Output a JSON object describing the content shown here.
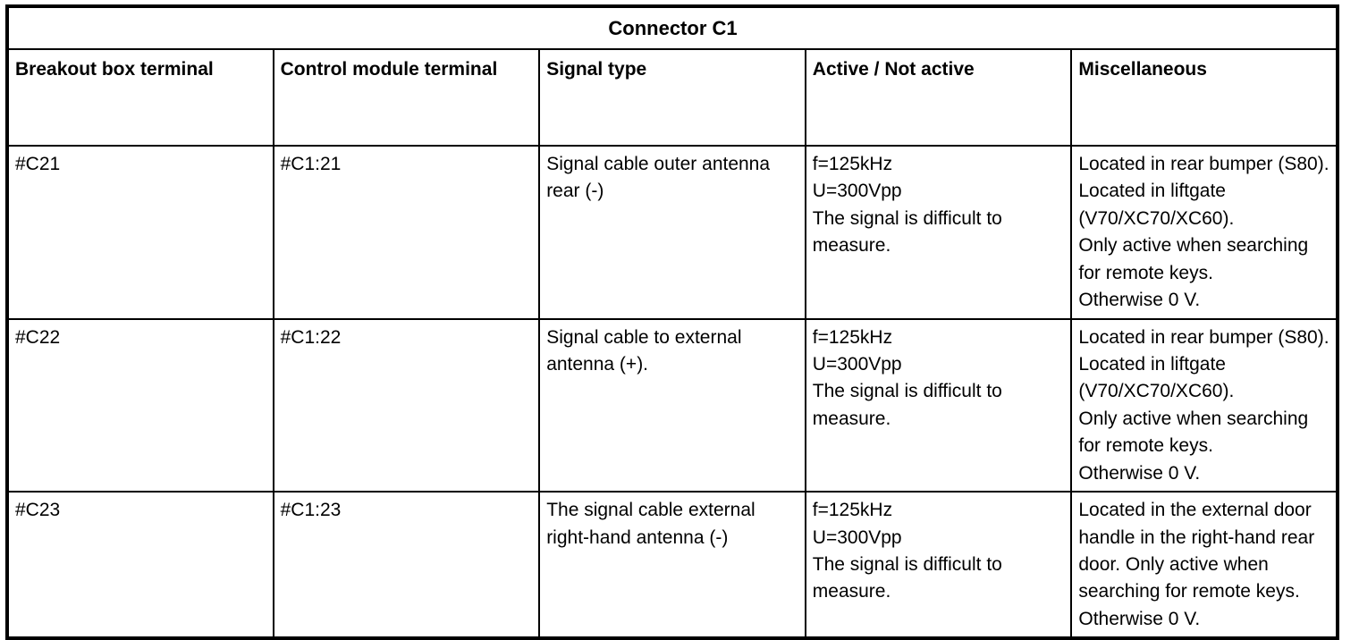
{
  "document": {
    "title": "Connector C1"
  },
  "table": {
    "caption": "Connector C1",
    "columns": [
      {
        "key": "breakout_terminal",
        "label": "Breakout box terminal"
      },
      {
        "key": "module_terminal",
        "label": "Control module terminal"
      },
      {
        "key": "signal_type",
        "label": "Signal type"
      },
      {
        "key": "active_not_active",
        "label": "Active / Not active"
      },
      {
        "key": "miscellaneous",
        "label": "Miscellaneous"
      }
    ],
    "rows": [
      {
        "breakout_terminal": "#C21",
        "module_terminal": "#C1:21",
        "signal_type": "Signal cable outer antenna rear (-)",
        "active_not_active": "f=125kHz\nU=300Vpp\nThe signal is difficult to measure.",
        "miscellaneous": "Located in rear bumper (S80).\nLocated in liftgate (V70/XC70/XC60).\nOnly active when searching for remote keys.\nOtherwise 0 V."
      },
      {
        "breakout_terminal": "#C22",
        "module_terminal": "#C1:22",
        "signal_type": "Signal cable to external antenna (+).",
        "active_not_active": "f=125kHz\nU=300Vpp\nThe signal is difficult to measure.",
        "miscellaneous": "Located in rear bumper (S80).\nLocated in liftgate (V70/XC70/XC60).\nOnly active when searching for remote keys.\nOtherwise 0 V."
      },
      {
        "breakout_terminal": "#C23",
        "module_terminal": "#C1:23",
        "signal_type": "The signal cable external right-hand antenna (-)",
        "active_not_active": "f=125kHz\nU=300Vpp\nThe signal is difficult to measure.",
        "miscellaneous": "Located in the external door handle in the right-hand rear door. Only active when searching for remote keys. Otherwise 0 V."
      }
    ]
  },
  "colors": {
    "text": "#000000",
    "background": "#ffffff",
    "border": "#000000"
  }
}
